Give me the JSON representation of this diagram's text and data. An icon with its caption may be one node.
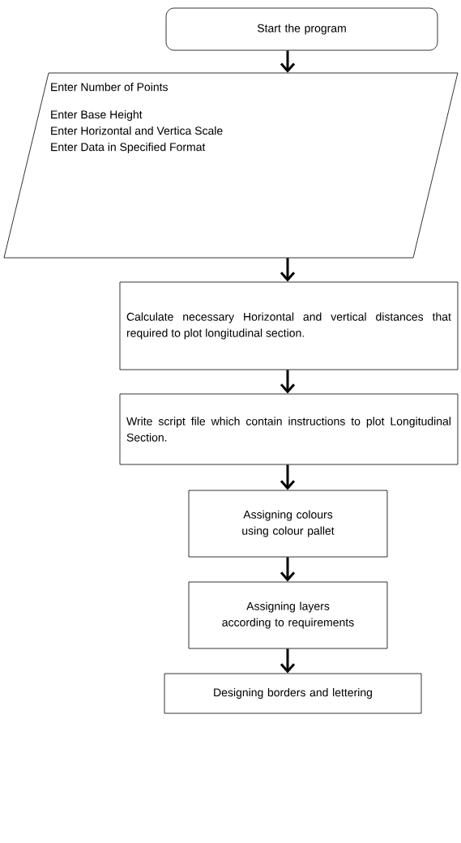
{
  "diagram": {
    "nodes": [
      {
        "text": [
          "Start the program"
        ]
      },
      {
        "text": [
          "Enter Number of Points",
          "Enter Base Height",
          "Enter Horizontal and Vertica Scale",
          "Enter Data in Specified Format"
        ]
      },
      {
        "text": [
          "Calculate necessary Horizontal and vertical distances that required to plot longitudinal section."
        ]
      },
      {
        "text": [
          "Write script file which contain instructions to plot Longitudinal Section."
        ]
      },
      {
        "text": [
          "Assigning colours using colour pallet"
        ]
      },
      {
        "text": [
          "Assigning layers according to requirements"
        ]
      },
      {
        "text": [
          "Designing borders and lettering"
        ]
      }
    ],
    "edges": [
      {
        "from": 0,
        "to": 1,
        "arrow": "to"
      },
      {
        "from": 1,
        "to": 2,
        "arrow": "to"
      },
      {
        "from": 2,
        "to": 3,
        "arrow": "to"
      },
      {
        "from": 3,
        "to": 4,
        "arrow": "to"
      },
      {
        "from": 4,
        "to": 5,
        "arrow": "to"
      },
      {
        "from": 5,
        "to": 6,
        "arrow": "to"
      }
    ]
  }
}
